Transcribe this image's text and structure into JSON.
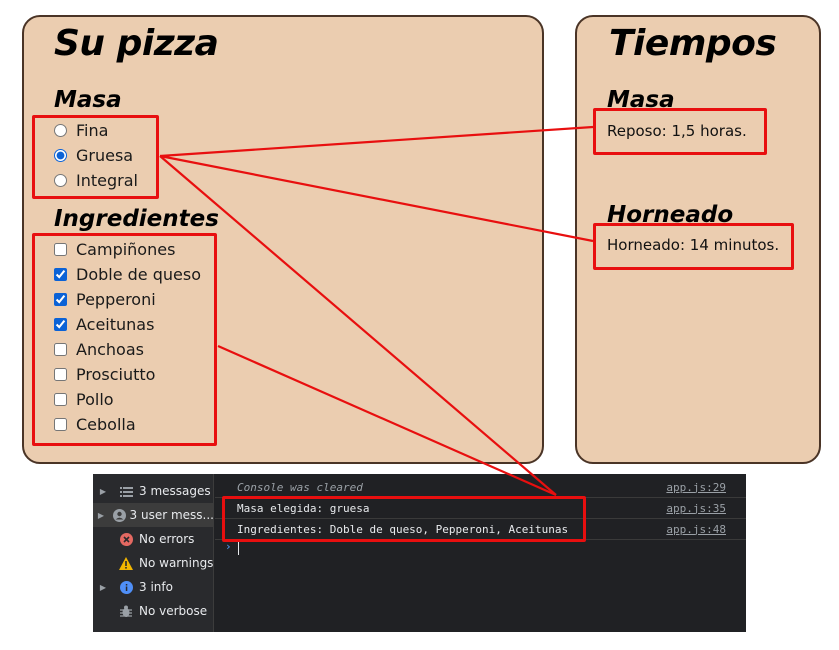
{
  "pizza": {
    "title": "Su pizza",
    "masa_title": "Masa",
    "masa_options": [
      {
        "label": "Fina",
        "selected": false
      },
      {
        "label": "Gruesa",
        "selected": true
      },
      {
        "label": "Integral",
        "selected": false
      }
    ],
    "ingredientes_title": "Ingredientes",
    "ingredientes": [
      {
        "label": "Campiñones",
        "checked": false
      },
      {
        "label": "Doble de queso",
        "checked": true
      },
      {
        "label": "Pepperoni",
        "checked": true
      },
      {
        "label": "Aceitunas",
        "checked": true
      },
      {
        "label": "Anchoas",
        "checked": false
      },
      {
        "label": "Prosciutto",
        "checked": false
      },
      {
        "label": "Pollo",
        "checked": false
      },
      {
        "label": "Cebolla",
        "checked": false
      }
    ]
  },
  "tiempos": {
    "title": "Tiempos",
    "masa_title": "Masa",
    "reposo_text": "Reposo: 1,5 horas.",
    "horneado_title": "Horneado",
    "horneado_text": "Horneado: 14 minutos."
  },
  "console": {
    "sidebar": [
      {
        "label": "3 messages",
        "icon": "list-icon",
        "expandable": true
      },
      {
        "label": "3 user mess...",
        "icon": "user-icon",
        "expandable": true,
        "selected": true
      },
      {
        "label": "No errors",
        "icon": "error-icon",
        "expandable": false
      },
      {
        "label": "No warnings",
        "icon": "warning-icon",
        "expandable": false
      },
      {
        "label": "3 info",
        "icon": "info-icon",
        "expandable": true
      },
      {
        "label": "No verbose",
        "icon": "bug-icon",
        "expandable": false
      }
    ],
    "lines": [
      {
        "text": "Console was cleared",
        "source": "app.js:29"
      },
      {
        "text": "Masa elegida: gruesa",
        "source": "app.js:35"
      },
      {
        "text": "Ingredientes: Doble de queso, Pepperoni, Aceitunas",
        "source": "app.js:48"
      }
    ],
    "prompt_symbol": "›"
  },
  "colors": {
    "card_bg": "#ebcdb0",
    "card_border": "#4a3426",
    "highlight": "#e80f0f",
    "console_bg": "#202124"
  }
}
